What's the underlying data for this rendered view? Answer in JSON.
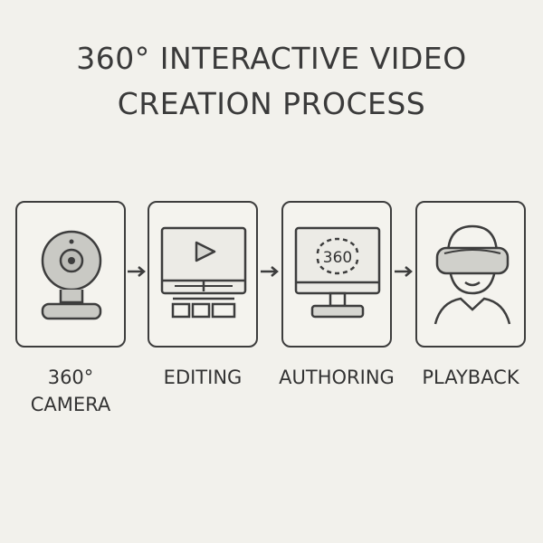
{
  "title": {
    "line1": "360° INTERACTIVE VIDEO",
    "line2": "CREATION PROCESS"
  },
  "steps": [
    {
      "label_line1": "360°",
      "label_line2": "CAMERA",
      "icon": "webcam-icon"
    },
    {
      "label_line1": "EDITING",
      "icon": "monitor-play-keyboard-icon"
    },
    {
      "label_line1": "AUTHORING",
      "icon": "monitor-360-icon",
      "badge_text": "360"
    },
    {
      "label_line1": "PLAYBACK",
      "icon": "vr-headset-person-icon"
    }
  ]
}
